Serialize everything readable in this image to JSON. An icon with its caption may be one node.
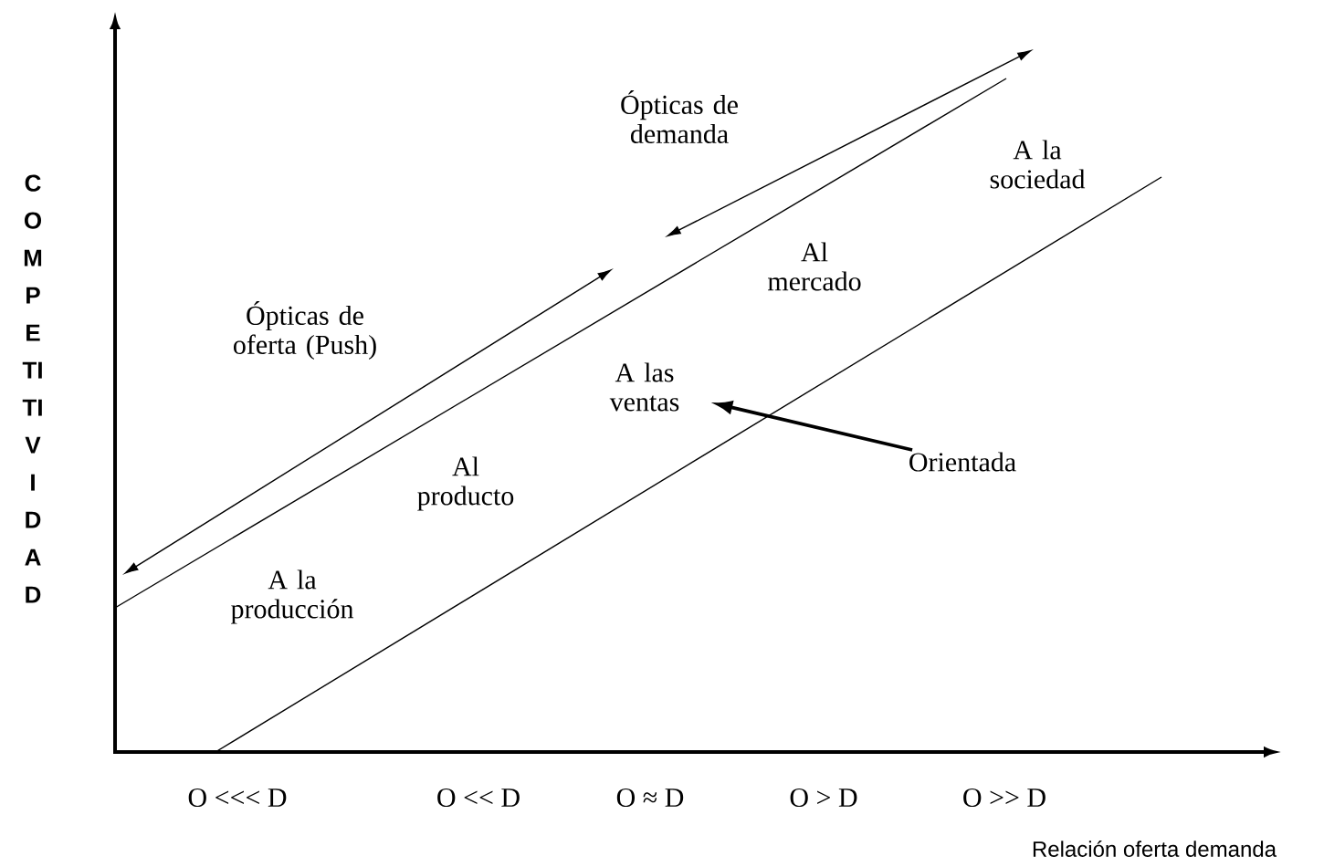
{
  "diagram": {
    "nodes": [
      {
        "text": [
          "A las ventas"
        ]
      },
      {
        "text": [
          "Orientada"
        ]
      }
    ],
    "edges": [
      {
        "from": 1,
        "to": 0,
        "arrow": "to"
      }
    ],
    "labels": [
      "COMPETITIVIDAD",
      "Ópticas de demanda",
      "A la sociedad",
      "Al mercado",
      "Ópticas de oferta (Push)",
      "Al producto",
      "A la producción",
      "O <<< D",
      "O << D",
      "O ≈ D",
      "O > D",
      "O >> D",
      "Relación oferta demanda"
    ]
  }
}
